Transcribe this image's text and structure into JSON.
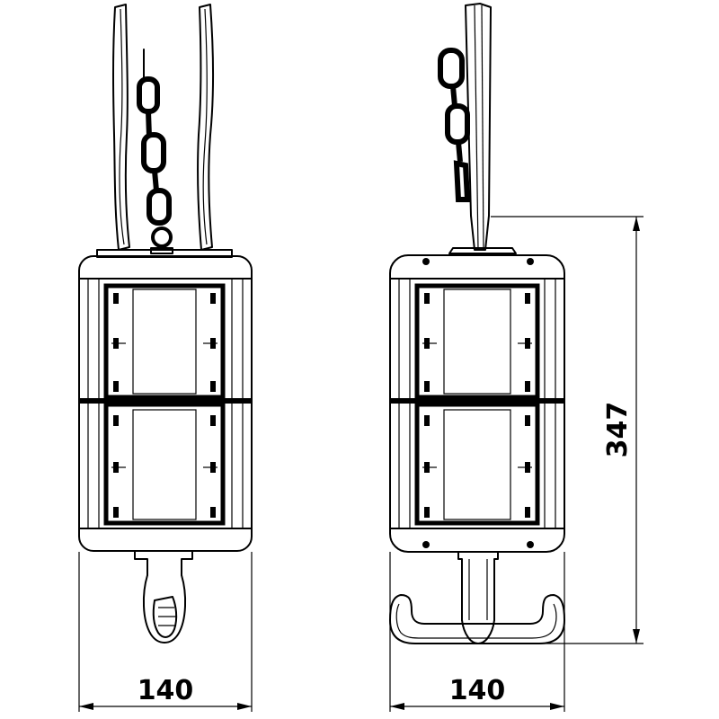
{
  "drawing": {
    "views": [
      "front-view",
      "side-view"
    ],
    "dimensions": {
      "front_width": "140",
      "side_width": "140",
      "height": "347"
    },
    "line_color": "#000000",
    "background": "#ffffff"
  }
}
